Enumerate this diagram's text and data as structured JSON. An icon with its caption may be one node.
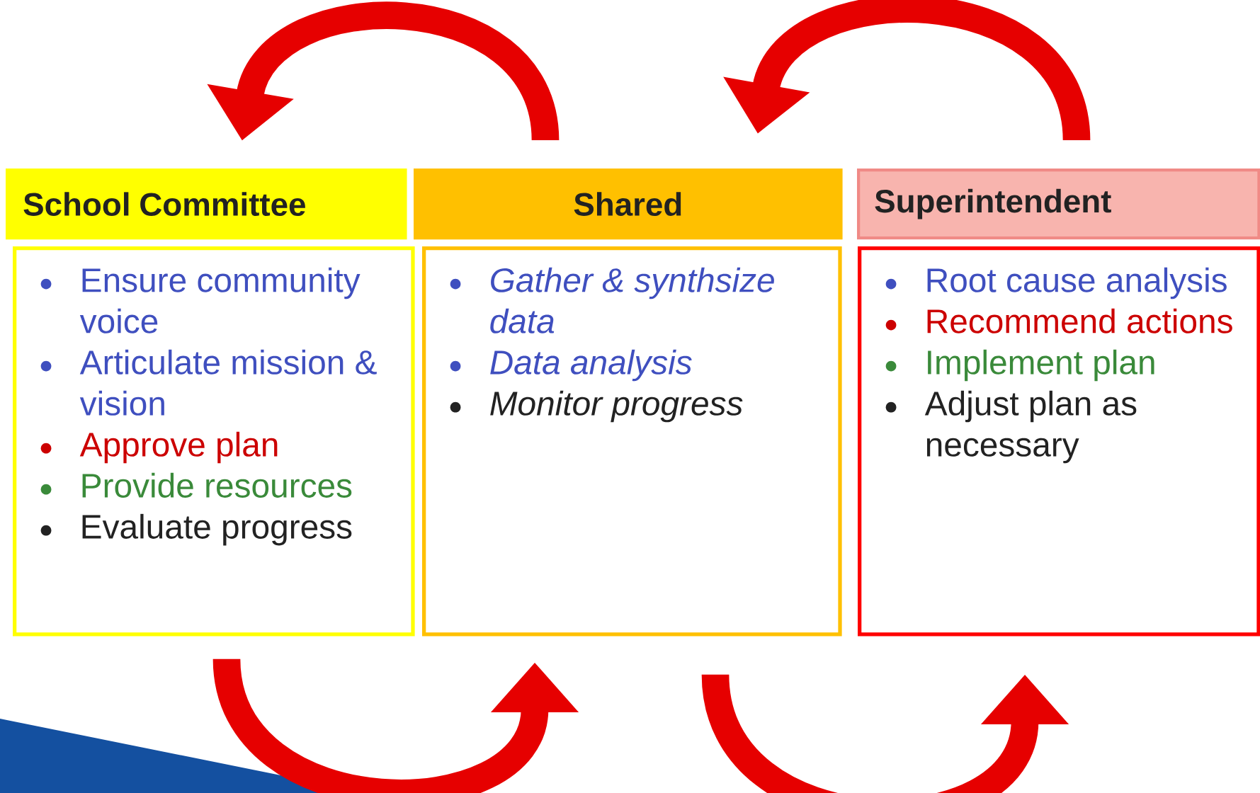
{
  "diagram": {
    "nodes": [
      {
        "text": [
          "School Committee"
        ]
      },
      {
        "text": [
          "Shared"
        ]
      },
      {
        "text": [
          "Superintendent"
        ]
      },
      {
        "text": [
          "Ensure community voice",
          "Articulate mission & vision",
          "Approve plan",
          "Provide resources",
          "Evaluate progress"
        ]
      },
      {
        "text": [
          "Gather & synthsize data",
          "Data analysis",
          "Monitor progress"
        ]
      },
      {
        "text": [
          "Root cause analysis",
          "Recommend actions",
          "Implement plan",
          "Adjust plan as necessary"
        ]
      }
    ],
    "edges": [
      {
        "from": 1,
        "to": 0,
        "arrow": "to"
      },
      {
        "from": 2,
        "to": 1,
        "arrow": "to"
      },
      {
        "from": 3,
        "to": 4,
        "arrow": "to"
      },
      {
        "from": 4,
        "to": 5,
        "arrow": "to"
      }
    ]
  }
}
